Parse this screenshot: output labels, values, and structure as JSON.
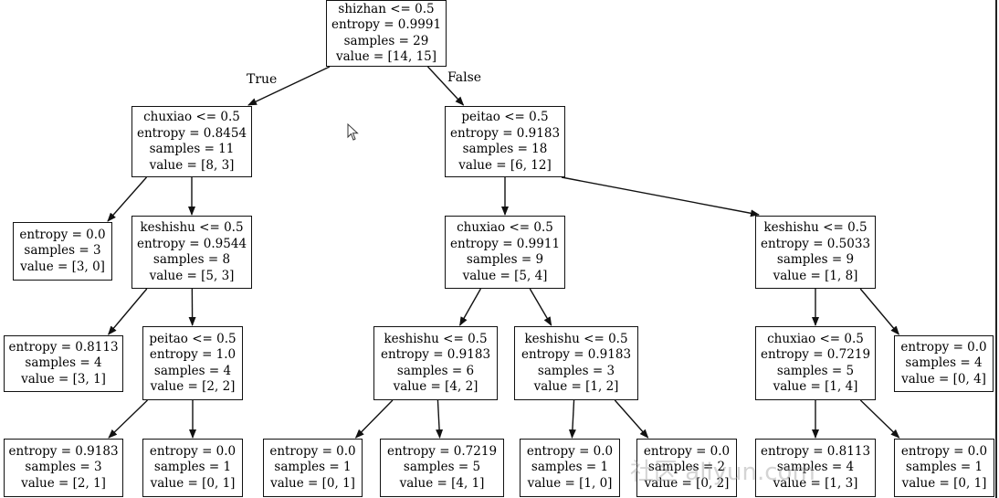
{
  "tree": {
    "nodes": [
      {
        "id": "n0",
        "lines": [
          "shizhan <= 0.5",
          "entropy = 0.9991",
          "samples = 29",
          "value = [14, 15]"
        ]
      },
      {
        "id": "n1",
        "lines": [
          "chuxiao <= 0.5",
          "entropy = 0.8454",
          "samples = 11",
          "value = [8, 3]"
        ]
      },
      {
        "id": "n2",
        "lines": [
          "peitao <= 0.5",
          "entropy = 0.9183",
          "samples = 18",
          "value = [6, 12]"
        ]
      },
      {
        "id": "n3",
        "lines": [
          "entropy = 0.0",
          "samples = 3",
          "value = [3, 0]"
        ]
      },
      {
        "id": "n4",
        "lines": [
          "keshishu <= 0.5",
          "entropy = 0.9544",
          "samples = 8",
          "value = [5, 3]"
        ]
      },
      {
        "id": "n5",
        "lines": [
          "chuxiao <= 0.5",
          "entropy = 0.9911",
          "samples = 9",
          "value = [5, 4]"
        ]
      },
      {
        "id": "n6",
        "lines": [
          "keshishu <= 0.5",
          "entropy = 0.5033",
          "samples = 9",
          "value = [1, 8]"
        ]
      },
      {
        "id": "n7",
        "lines": [
          "entropy = 0.8113",
          "samples = 4",
          "value = [3, 1]"
        ]
      },
      {
        "id": "n8",
        "lines": [
          "peitao <= 0.5",
          "entropy = 1.0",
          "samples = 4",
          "value = [2, 2]"
        ]
      },
      {
        "id": "n9",
        "lines": [
          "keshishu <= 0.5",
          "entropy = 0.9183",
          "samples = 6",
          "value = [4, 2]"
        ]
      },
      {
        "id": "n10",
        "lines": [
          "keshishu <= 0.5",
          "entropy = 0.9183",
          "samples = 3",
          "value = [1, 2]"
        ]
      },
      {
        "id": "n11",
        "lines": [
          "chuxiao <= 0.5",
          "entropy = 0.7219",
          "samples = 5",
          "value = [1, 4]"
        ]
      },
      {
        "id": "n12",
        "lines": [
          "entropy = 0.0",
          "samples = 4",
          "value = [0, 4]"
        ]
      },
      {
        "id": "n13",
        "lines": [
          "entropy = 0.9183",
          "samples = 3",
          "value = [2, 1]"
        ]
      },
      {
        "id": "n14",
        "lines": [
          "entropy = 0.0",
          "samples = 1",
          "value = [0, 1]"
        ]
      },
      {
        "id": "n15",
        "lines": [
          "entropy = 0.0",
          "samples = 1",
          "value = [0, 1]"
        ]
      },
      {
        "id": "n16",
        "lines": [
          "entropy = 0.7219",
          "samples = 5",
          "value = [4, 1]"
        ]
      },
      {
        "id": "n17",
        "lines": [
          "entropy = 0.0",
          "samples = 1",
          "value = [1, 0]"
        ]
      },
      {
        "id": "n18",
        "lines": [
          "entropy = 0.0",
          "samples = 2",
          "value = [0, 2]"
        ]
      },
      {
        "id": "n19",
        "lines": [
          "entropy = 0.8113",
          "samples = 4",
          "value = [1, 3]"
        ]
      },
      {
        "id": "n20",
        "lines": [
          "entropy = 0.0",
          "samples = 1",
          "value = [0, 1]"
        ]
      }
    ],
    "edges": [
      {
        "from": "n0",
        "to": "n1",
        "label": "True"
      },
      {
        "from": "n0",
        "to": "n2",
        "label": "False"
      },
      {
        "from": "n1",
        "to": "n3"
      },
      {
        "from": "n1",
        "to": "n4"
      },
      {
        "from": "n2",
        "to": "n5"
      },
      {
        "from": "n2",
        "to": "n6"
      },
      {
        "from": "n4",
        "to": "n7"
      },
      {
        "from": "n4",
        "to": "n8"
      },
      {
        "from": "n5",
        "to": "n9"
      },
      {
        "from": "n5",
        "to": "n10"
      },
      {
        "from": "n6",
        "to": "n11"
      },
      {
        "from": "n6",
        "to": "n12"
      },
      {
        "from": "n8",
        "to": "n13"
      },
      {
        "from": "n8",
        "to": "n14"
      },
      {
        "from": "n9",
        "to": "n15"
      },
      {
        "from": "n9",
        "to": "n16"
      },
      {
        "from": "n10",
        "to": "n17"
      },
      {
        "from": "n10",
        "to": "n18"
      },
      {
        "from": "n11",
        "to": "n19"
      },
      {
        "from": "n11",
        "to": "n20"
      }
    ]
  },
  "colors": {
    "node_border": "#111111",
    "edge": "#111111",
    "background": "#ffffff"
  },
  "cursor_icon": "mouse-pointer-icon",
  "watermark": "社区  aliyun.com"
}
